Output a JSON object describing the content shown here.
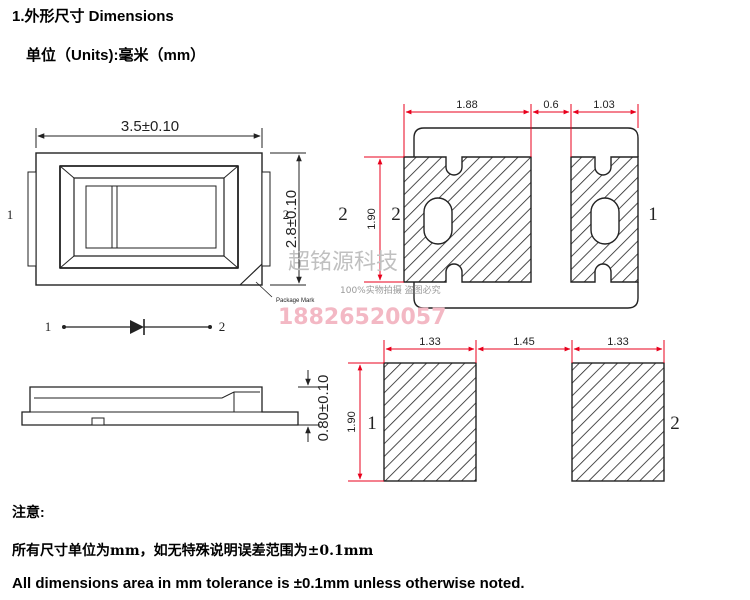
{
  "heading": "1.外形尺寸 Dimensions",
  "units_line": "单位（Units):毫米（mm）",
  "top_view": {
    "width_label": "3.5±0.10",
    "height_label": "2.8±0.10",
    "pin_left": "1",
    "pin_right": "2",
    "package_mark": "Package Mark"
  },
  "schematic": {
    "pin_left": "1",
    "pin_right": "2"
  },
  "side_view": {
    "thickness_label": "0.80±0.10"
  },
  "bottom_view": {
    "dims": [
      "1.88",
      "0.6",
      "1.03"
    ],
    "height": "1.90",
    "pin_left": "2",
    "pin_right": "1",
    "side_label_left": "2"
  },
  "solder_pad": {
    "dims": [
      "1.33",
      "1.45",
      "1.33"
    ],
    "height": "1.90",
    "pin_left": "1",
    "pin_right": "2"
  },
  "watermark": {
    "company": "超铭源科技",
    "note": "100%实物拍摄 盗图必究",
    "phone": "18826520057"
  },
  "notes": {
    "title": "注意:",
    "cn": "所有尺寸单位为mm，如无特殊说明误差范围为±0.1mm",
    "en": "All dimensions area in mm tolerance is ±0.1mm unless otherwise noted."
  },
  "colors": {
    "dimension_red": "#e8001c",
    "outline": "#222222",
    "watermark_pink": "#f3b8c4"
  }
}
